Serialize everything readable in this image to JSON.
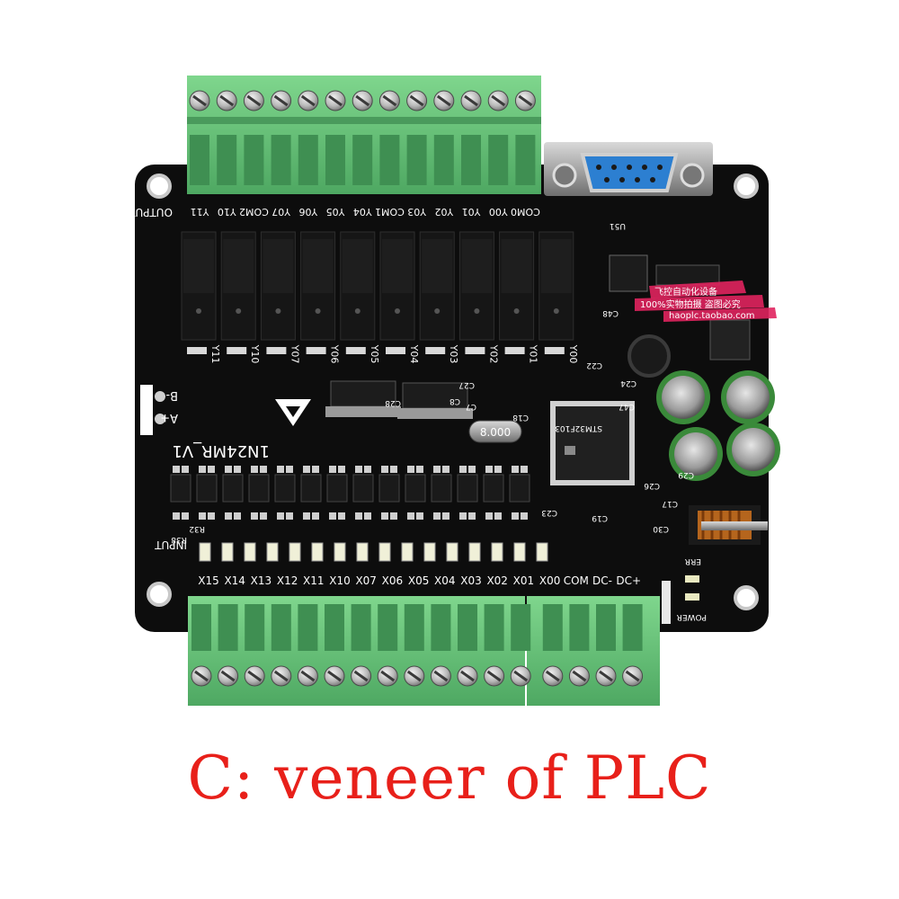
{
  "caption": "C: veneer of PLC",
  "board": {
    "model": "1N24MR_V1",
    "output_label": "OUTPUT",
    "input_label": "INPUT",
    "output_terminals": [
      "Y11",
      "Y10",
      "COM2",
      "Y07",
      "Y06",
      "Y05",
      "Y04",
      "COM1",
      "Y03",
      "Y02",
      "Y01",
      "Y00",
      "COM0"
    ],
    "input_terminals": [
      "X15",
      "X14",
      "X13",
      "X12",
      "X11",
      "X10",
      "X07",
      "X06",
      "X05",
      "X04",
      "X03",
      "X02",
      "X01",
      "X00",
      "COM",
      "DC-",
      "DC+"
    ],
    "relay_labels": [
      "Y11",
      "Y10",
      "Y07",
      "Y06",
      "Y05",
      "Y04",
      "Y03",
      "Y02",
      "Y01",
      "Y00"
    ],
    "battery_minus": "B-",
    "battery_plus": "A+",
    "crystal": "8.000",
    "status_err": "ERR",
    "status_power": "POWER",
    "chip_refs": [
      "C28",
      "C27",
      "C8",
      "C7",
      "C18",
      "C19",
      "C23",
      "C22",
      "C24",
      "C47",
      "C48",
      "C17",
      "C30",
      "C29",
      "C26",
      "R38",
      "R32",
      "U51"
    ],
    "sticker_line1": "飞控自动化设备",
    "sticker_line2": "100%实物拍摄 盗图必究",
    "sticker_line3": "haoplc.taobao.com"
  },
  "colors": {
    "board": "#0d0d0d",
    "terminal_green": "#69c87a",
    "terminal_dark": "#4ea862",
    "caption": "#e8201a",
    "sticker": "#e0245e"
  }
}
